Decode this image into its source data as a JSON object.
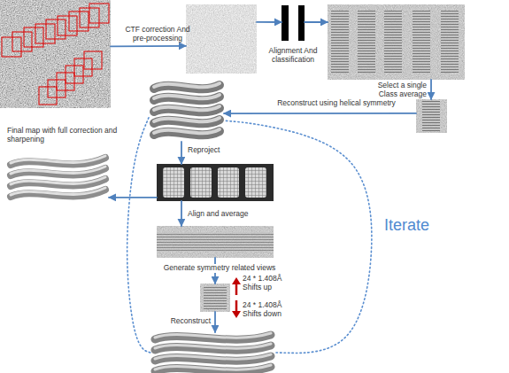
{
  "diagram": {
    "nodes": [
      {
        "text": []
      },
      {
        "text": []
      },
      {
        "text": [
          "Alignment And classification"
        ]
      },
      {
        "text": []
      },
      {
        "text": []
      },
      {
        "text": []
      },
      {
        "text": [
          "Final map with full correction and sharpening"
        ]
      },
      {
        "text": []
      },
      {
        "text": []
      },
      {
        "text": []
      },
      {
        "text": []
      }
    ],
    "edges": [
      {
        "from": 0,
        "to": 1,
        "arrow": "to",
        "label": "CTF correction And pre-processing"
      },
      {
        "from": 1,
        "to": 2,
        "arrow": "to"
      },
      {
        "from": 2,
        "to": 3,
        "arrow": "to"
      },
      {
        "from": 3,
        "to": 4,
        "arrow": "to",
        "label": "Select a single Class average"
      },
      {
        "from": 4,
        "to": 5,
        "arrow": "to",
        "label": "Reconstruct using helical symmetry"
      },
      {
        "from": 5,
        "to": 7,
        "arrow": "to",
        "label": "Reproject"
      },
      {
        "from": 7,
        "to": 8,
        "arrow": "to",
        "label": "Align and average"
      },
      {
        "from": 8,
        "to": 9,
        "arrow": "to",
        "label": "Generate symmetry related views"
      },
      {
        "from": 9,
        "to": 10,
        "arrow": "to",
        "label": "Reconstruct"
      },
      {
        "from": 7,
        "to": 6,
        "arrow": "to"
      },
      {
        "from": 5,
        "to": 10,
        "arrow": "none"
      },
      {
        "from": 10,
        "to": 5,
        "arrow": "none",
        "label": "Iterate"
      }
    ],
    "labels": [
      "24 * 1.408Å",
      "Shifts up",
      "24 * 1.408Å",
      "Shifts down"
    ]
  }
}
